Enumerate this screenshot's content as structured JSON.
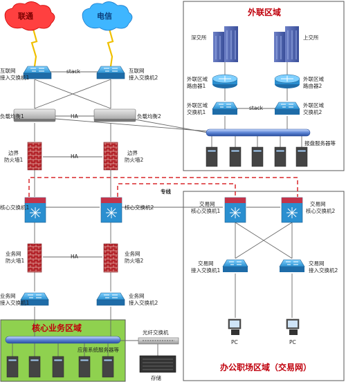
{
  "clouds": {
    "unicom": "联通",
    "telecom": "电信"
  },
  "core_left": {
    "inet_sw1": [
      "互联网",
      "接入交换机1"
    ],
    "inet_sw2": [
      "互联网",
      "接入交换机2"
    ],
    "stack": "stack",
    "lb1": "负载均衡1",
    "lb2": "负载均衡2",
    "ha": "HA",
    "fw_border1": [
      "边界",
      "防火墙1"
    ],
    "fw_border2": [
      "边界",
      "防火墙2"
    ],
    "core_sw1": "核心交换机1",
    "core_sw2": "核心交换机2",
    "dedicated_line": "专线",
    "fw_biz1": [
      "业务网",
      "防火墙1"
    ],
    "fw_biz2": [
      "业务网",
      "防火墙2"
    ],
    "biz_sw1": [
      "业务网",
      "接入交换机1"
    ],
    "biz_sw2": [
      "业务网",
      "接入交换机2"
    ]
  },
  "extranet": {
    "title": "外联区域",
    "shenzhen": "深交所",
    "shanghai": "上交所",
    "router1": [
      "外联区域",
      "路由器1"
    ],
    "router2": [
      "外联区域",
      "路由器2"
    ],
    "sw1": [
      "外联区域",
      "交换机1"
    ],
    "sw2": [
      "外联区域",
      "交换机2"
    ],
    "stack": "stack",
    "servers": "报盘服务器等"
  },
  "core_business": {
    "title": "核心业务区域",
    "servers": "应用系统服务器等",
    "fiber_switch": "光纤交换机",
    "storage": "存储"
  },
  "office": {
    "title": "办公职场区域（交易网）",
    "core1": [
      "交易网",
      "核心交换机1"
    ],
    "core2": [
      "交易网",
      "核心交换机2"
    ],
    "acc1": [
      "交易网",
      "接入交换机1"
    ],
    "acc2": [
      "交易网",
      "接入交换机2"
    ],
    "pc": "PC"
  },
  "colors": {
    "switch_blue": "#2a8fd0",
    "firewall_red": "#b3242a",
    "core_zone_green": "#8fd14f",
    "dashed_red": "#d8262a",
    "zone_title_red": "#c0000c"
  }
}
